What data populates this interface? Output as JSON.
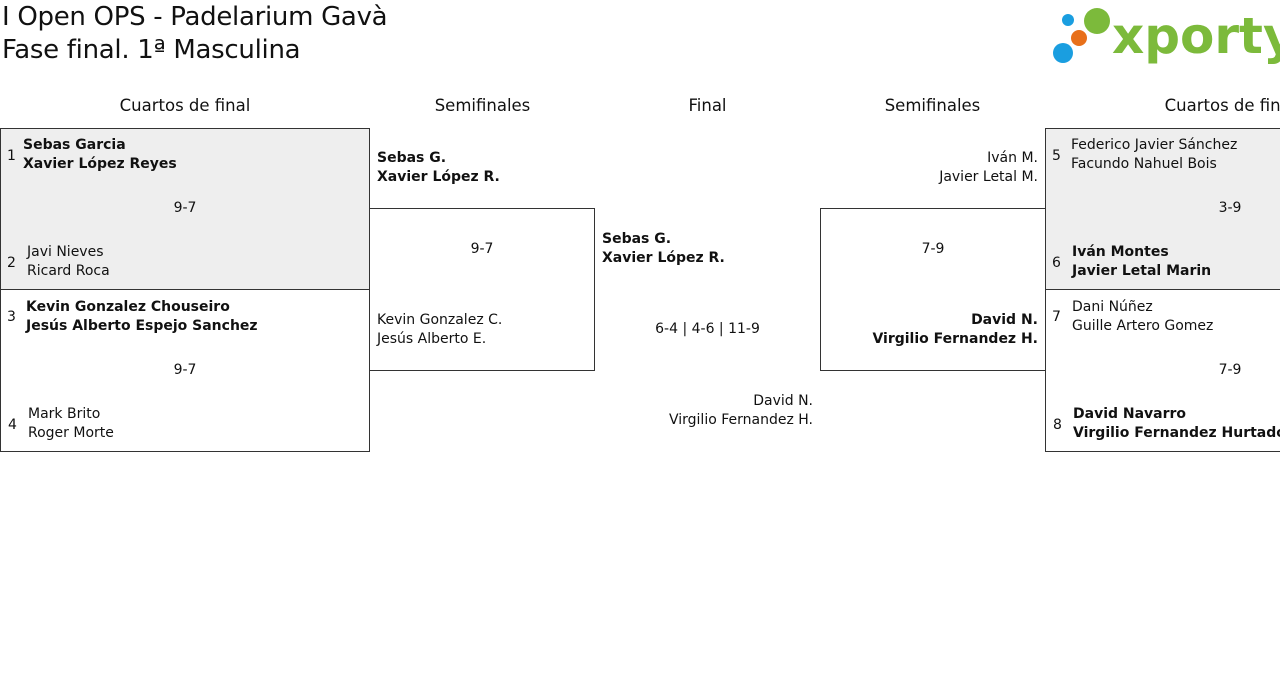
{
  "header": {
    "title_line1": "I Open OPS - Padelarium Gavà",
    "title_line2": "Fase final. 1ª Masculina",
    "logo_text": "xporty"
  },
  "columns": {
    "qf_left": "Cuartos de final",
    "sf_left": "Semifinales",
    "final": "Final",
    "sf_right": "Semifinales",
    "qf_right": "Cuartos de final"
  },
  "qf_left": [
    {
      "top": {
        "seed": "1",
        "p1": "Sebas Garcia",
        "p2": "Xavier López Reyes"
      },
      "score": "9-7",
      "bottom": {
        "seed": "2",
        "p1": "Javi Nieves",
        "p2": "Ricard Roca"
      }
    },
    {
      "top": {
        "seed": "3",
        "p1": "Kevin Gonzalez Chouseiro",
        "p2": "Jesús Alberto Espejo Sanchez"
      },
      "score": "9-7",
      "bottom": {
        "seed": "4",
        "p1": "Mark Brito",
        "p2": "Roger Morte"
      }
    }
  ],
  "qf_right": [
    {
      "top": {
        "seed": "5",
        "p1": "Federico Javier Sánchez",
        "p2": "Facundo Nahuel Bois"
      },
      "score": "3-9",
      "bottom": {
        "seed": "6",
        "p1": "Iván Montes",
        "p2": "Javier Letal Marin"
      }
    },
    {
      "top": {
        "seed": "7",
        "p1": "Dani Núñez",
        "p2": "Guille Artero Gomez"
      },
      "score": "7-9",
      "bottom": {
        "seed": "8",
        "p1": "David Navarro",
        "p2": "Virgilio Fernandez Hurtado"
      }
    }
  ],
  "sf_left": {
    "top": {
      "p1": "Sebas G.",
      "p2": "Xavier López R."
    },
    "score": "9-7",
    "bottom": {
      "p1": "Kevin Gonzalez C.",
      "p2": "Jesús Alberto E."
    }
  },
  "sf_right": {
    "top": {
      "p1": "Iván M.",
      "p2": "Javier Letal M."
    },
    "score": "7-9",
    "bottom": {
      "p1": "David N.",
      "p2": "Virgilio Fernandez H."
    }
  },
  "final": {
    "top": {
      "p1": "Sebas G.",
      "p2": "Xavier López R."
    },
    "score": "6-4 | 4-6 | 11-9",
    "bottom": {
      "p1": "David N.",
      "p2": "Virgilio Fernandez H."
    }
  },
  "colors": {
    "logo_green": "#7cba3b",
    "logo_blue": "#1a9ee0",
    "logo_orange": "#e8701a",
    "winner_box_bg": "#eeeeee"
  }
}
